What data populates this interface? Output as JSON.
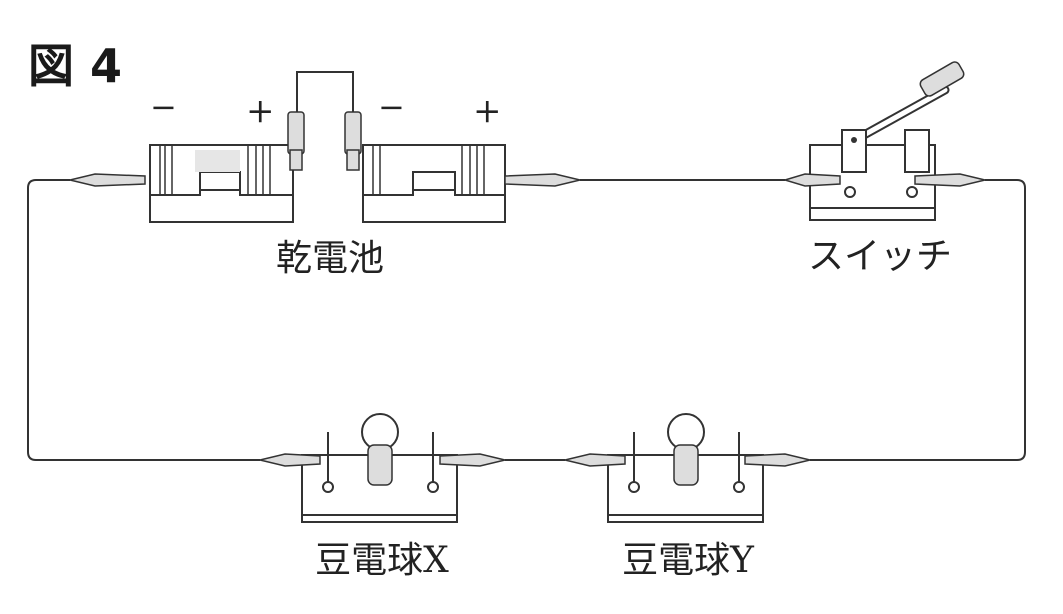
{
  "figure_title": "図 4",
  "labels": {
    "battery": "乾電池",
    "switch": "スイッチ",
    "bulb_x": "豆電球X",
    "bulb_y": "豆電球Y"
  },
  "polarity": {
    "minus": "−",
    "plus": "+"
  }
}
